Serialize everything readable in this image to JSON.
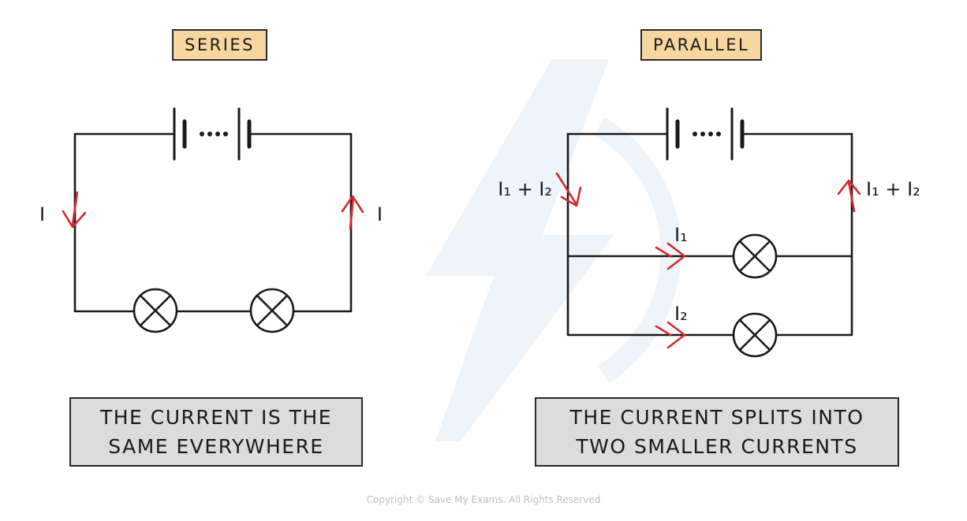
{
  "colors": {
    "page_bg": "#ffffff",
    "ink": "#1a1a1a",
    "wire": "#1a1a1a",
    "arrow": "#d22b2b",
    "title_box_bg": "#f7d7a0",
    "caption_box_bg": "#dcdcdc",
    "watermark": "#edf4fa",
    "copyright": "#bfbfbf"
  },
  "series": {
    "title": "SERIES",
    "left_current_label": "I",
    "right_current_label": "I",
    "caption_line1": "THE CURRENT IS THE",
    "caption_line2": "SAME EVERYWHERE"
  },
  "parallel": {
    "title": "PARALLEL",
    "left_current_label": "I₁ + I₂",
    "right_current_label": "I₁ + I₂",
    "branch1_label": "I₁",
    "branch2_label": "I₂",
    "caption_line1": "THE CURRENT SPLITS INTO",
    "caption_line2": "TWO SMALLER CURRENTS"
  },
  "footer": {
    "copyright": "Copyright © Save My Exams. All Rights Reserved"
  }
}
